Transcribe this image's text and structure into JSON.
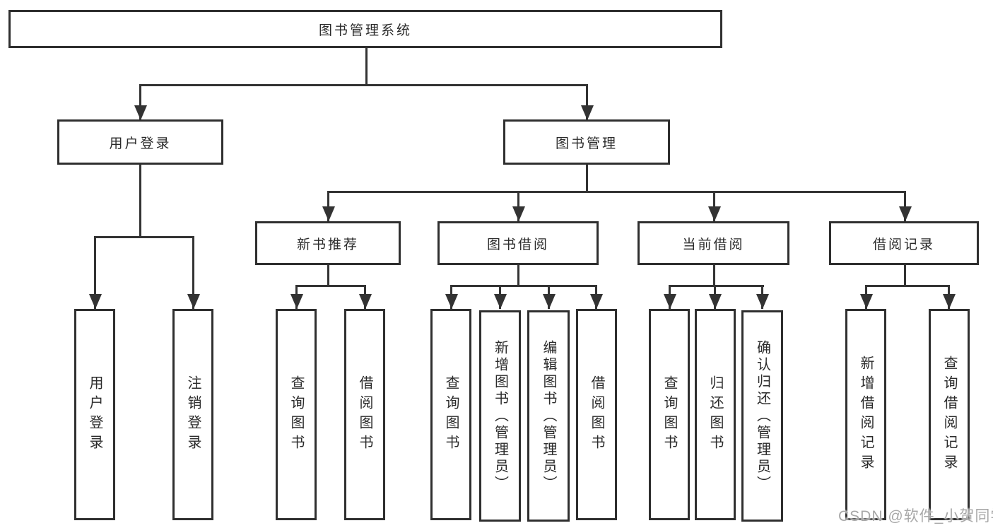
{
  "colors": {
    "line": "#333333",
    "text": "#2b2b2b",
    "watermark": "#a8a8a8"
  },
  "watermark": "CSDN @软件_小贺同学",
  "tree": {
    "root": {
      "label": "图书管理系统"
    },
    "branches": [
      {
        "label": "用户登录",
        "children": [
          {
            "label": "用户登录"
          },
          {
            "label": "注销登录"
          }
        ]
      },
      {
        "label": "图书管理",
        "children": [
          {
            "label": "新书推荐",
            "children": [
              {
                "label": "查询图书"
              },
              {
                "label": "借阅图书"
              }
            ]
          },
          {
            "label": "图书借阅",
            "children": [
              {
                "label": "查询图书"
              },
              {
                "label": "新增图书（管理员）"
              },
              {
                "label": "编辑图书（管理员）"
              },
              {
                "label": "借阅图书"
              }
            ]
          },
          {
            "label": "当前借阅",
            "children": [
              {
                "label": "查询图书"
              },
              {
                "label": "归还图书"
              },
              {
                "label": "确认归还（管理员）"
              }
            ]
          },
          {
            "label": "借阅记录",
            "children": [
              {
                "label": "新增借阅记录"
              },
              {
                "label": "查询借阅记录"
              }
            ]
          }
        ]
      }
    ]
  }
}
